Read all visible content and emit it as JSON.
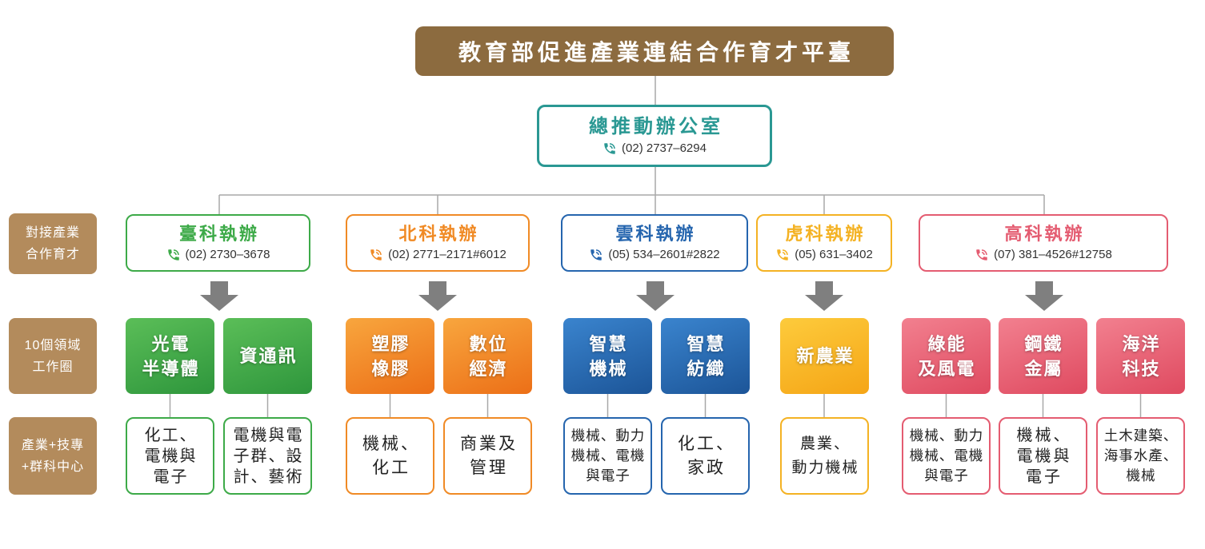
{
  "platform": {
    "title": "教育部促進產業連結合作育才平臺",
    "color": "#8C6B3F"
  },
  "head_office": {
    "title": "總推動辦公室",
    "phone": "(02) 2737–6294",
    "color": "#2A9893"
  },
  "icons": {
    "phone": "phone-icon",
    "arrow": "down-arrow-icon"
  },
  "row_labels": {
    "color": "#B38B5C",
    "items": [
      {
        "lines": [
          "對接產業",
          "合作育才"
        ]
      },
      {
        "lines": [
          "10個領域",
          "工作圈"
        ]
      },
      {
        "lines": [
          "產業+技專",
          "+群科中心"
        ]
      }
    ]
  },
  "offices": [
    {
      "title": "臺科執辦",
      "phone": "(02) 2730–3678",
      "color": "#3DAA48",
      "fill": [
        "#5BBE58",
        "#2E963C"
      ],
      "fields": [
        {
          "lines": [
            "光電",
            "半導體"
          ],
          "partner_lines": [
            "化工、",
            "電機與",
            "電子"
          ]
        },
        {
          "lines": [
            "資通訊"
          ],
          "partner_lines": [
            "電機與電",
            "子群、設",
            "計、藝術"
          ]
        }
      ]
    },
    {
      "title": "北科執辦",
      "phone": "(02) 2771–2171#6012",
      "color": "#F08A25",
      "fill": [
        "#F8A63E",
        "#EC6F17"
      ],
      "fields": [
        {
          "lines": [
            "塑膠",
            "橡膠"
          ],
          "partner_lines": [
            "機械、",
            "化工"
          ]
        },
        {
          "lines": [
            "數位",
            "經濟"
          ],
          "partner_lines": [
            "商業及",
            "管理"
          ]
        }
      ]
    },
    {
      "title": "雲科執辦",
      "phone": "(05) 534–2601#2822",
      "color": "#2565AE",
      "fill": [
        "#3A84CE",
        "#1C5598"
      ],
      "fields": [
        {
          "lines": [
            "智慧",
            "機械"
          ],
          "partner_lines": [
            "機械、動力",
            "機械、電機",
            "與電子"
          ]
        },
        {
          "lines": [
            "智慧",
            "紡織"
          ],
          "partner_lines": [
            "化工、",
            "家政"
          ]
        }
      ]
    },
    {
      "title": "虎科執辦",
      "phone": "(05) 631–3402",
      "color": "#F4B223",
      "fill": [
        "#FDCB3C",
        "#F5A516"
      ],
      "fields": [
        {
          "lines": [
            "新農業"
          ],
          "partner_lines": [
            "農業、",
            "動力機械"
          ]
        }
      ]
    },
    {
      "title": "高科執辦",
      "phone": "(07) 381–4526#12758",
      "color": "#E45C71",
      "fill": [
        "#F2808F",
        "#DF4A60"
      ],
      "fields": [
        {
          "lines": [
            "綠能",
            "及風電"
          ],
          "partner_lines": [
            "機械、動力",
            "機械、電機",
            "與電子"
          ]
        },
        {
          "lines": [
            "鋼鐵",
            "金屬"
          ],
          "partner_lines": [
            "機械、",
            "電機與",
            "電子"
          ]
        },
        {
          "lines": [
            "海洋",
            "科技"
          ],
          "partner_lines": [
            "土木建築、",
            "海事水產、",
            "機械"
          ]
        }
      ]
    }
  ],
  "connector_color": "#A8A8A8",
  "arrow_color": "#7F7F7F"
}
